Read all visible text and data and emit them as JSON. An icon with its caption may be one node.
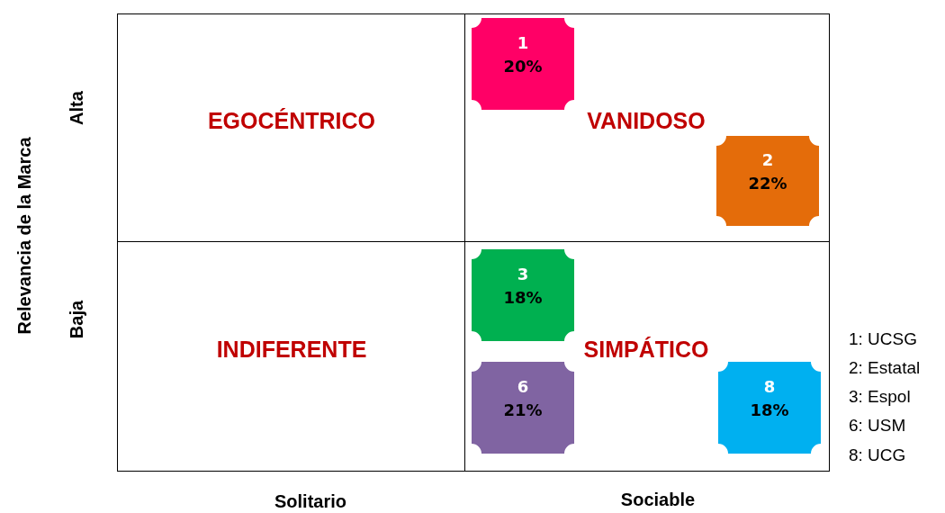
{
  "diagram": {
    "nodes": [
      {
        "text": [
          "EGOCÉNTRICO"
        ]
      },
      {
        "text": [
          "VANIDOSO"
        ]
      },
      {
        "text": [
          "INDIFERENTE"
        ]
      },
      {
        "text": [
          "SIMPÁTICO"
        ]
      },
      {
        "text": [
          "1",
          "20%"
        ],
        "in": 1
      },
      {
        "text": [
          "2",
          "22%"
        ],
        "in": 1
      },
      {
        "text": [
          "3",
          "18%"
        ],
        "in": 3
      },
      {
        "text": [
          "6",
          "21%"
        ],
        "in": 3
      },
      {
        "text": [
          "8",
          "18%"
        ],
        "in": 3
      }
    ],
    "edges": [],
    "labels": [
      "Relevancia de la Marca",
      "Alta",
      "Baja",
      "Solitario",
      "Sociable",
      "1: UCSG",
      "2: Estatal",
      "3: Espol",
      "6: USM",
      "8: UCG"
    ]
  }
}
